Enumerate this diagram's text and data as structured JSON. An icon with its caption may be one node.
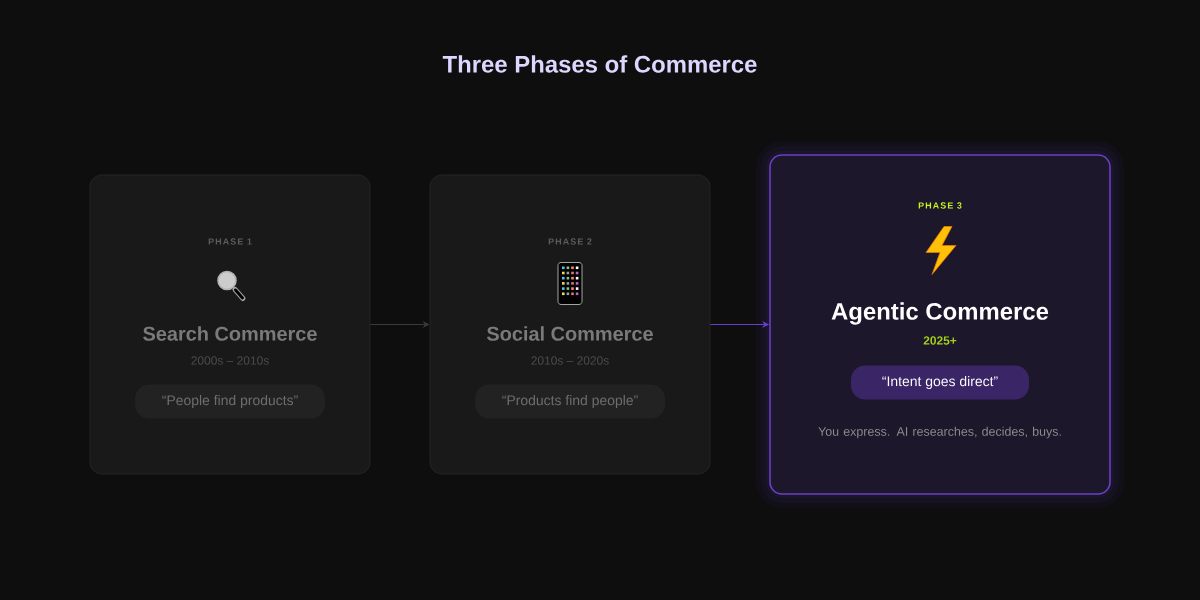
{
  "diagram": {
    "title": "Three Phases of Commerce",
    "nodes": [
      {
        "text": [
          "PHASE 1",
          "Search Commerce",
          "2000s – 2010s"
        ]
      },
      {
        "text": [
          "“People find products”"
        ],
        "in": 0
      },
      {
        "text": [
          "PHASE 2",
          "Social Commerce",
          "2010s – 2020s"
        ]
      },
      {
        "text": [
          "“Products find people”"
        ],
        "in": 2
      },
      {
        "text": [
          "PHASE 3",
          "Agentic Commerce",
          "2025+",
          "You express. AI researches, decides, buys."
        ]
      },
      {
        "text": [
          "“Intent goes direct”"
        ],
        "in": 4
      }
    ],
    "edges": [
      {
        "from": 0,
        "to": 2,
        "arrow": "to"
      },
      {
        "from": 2,
        "to": 4,
        "arrow": "to",
        "color": "#6a3fd0"
      }
    ]
  }
}
